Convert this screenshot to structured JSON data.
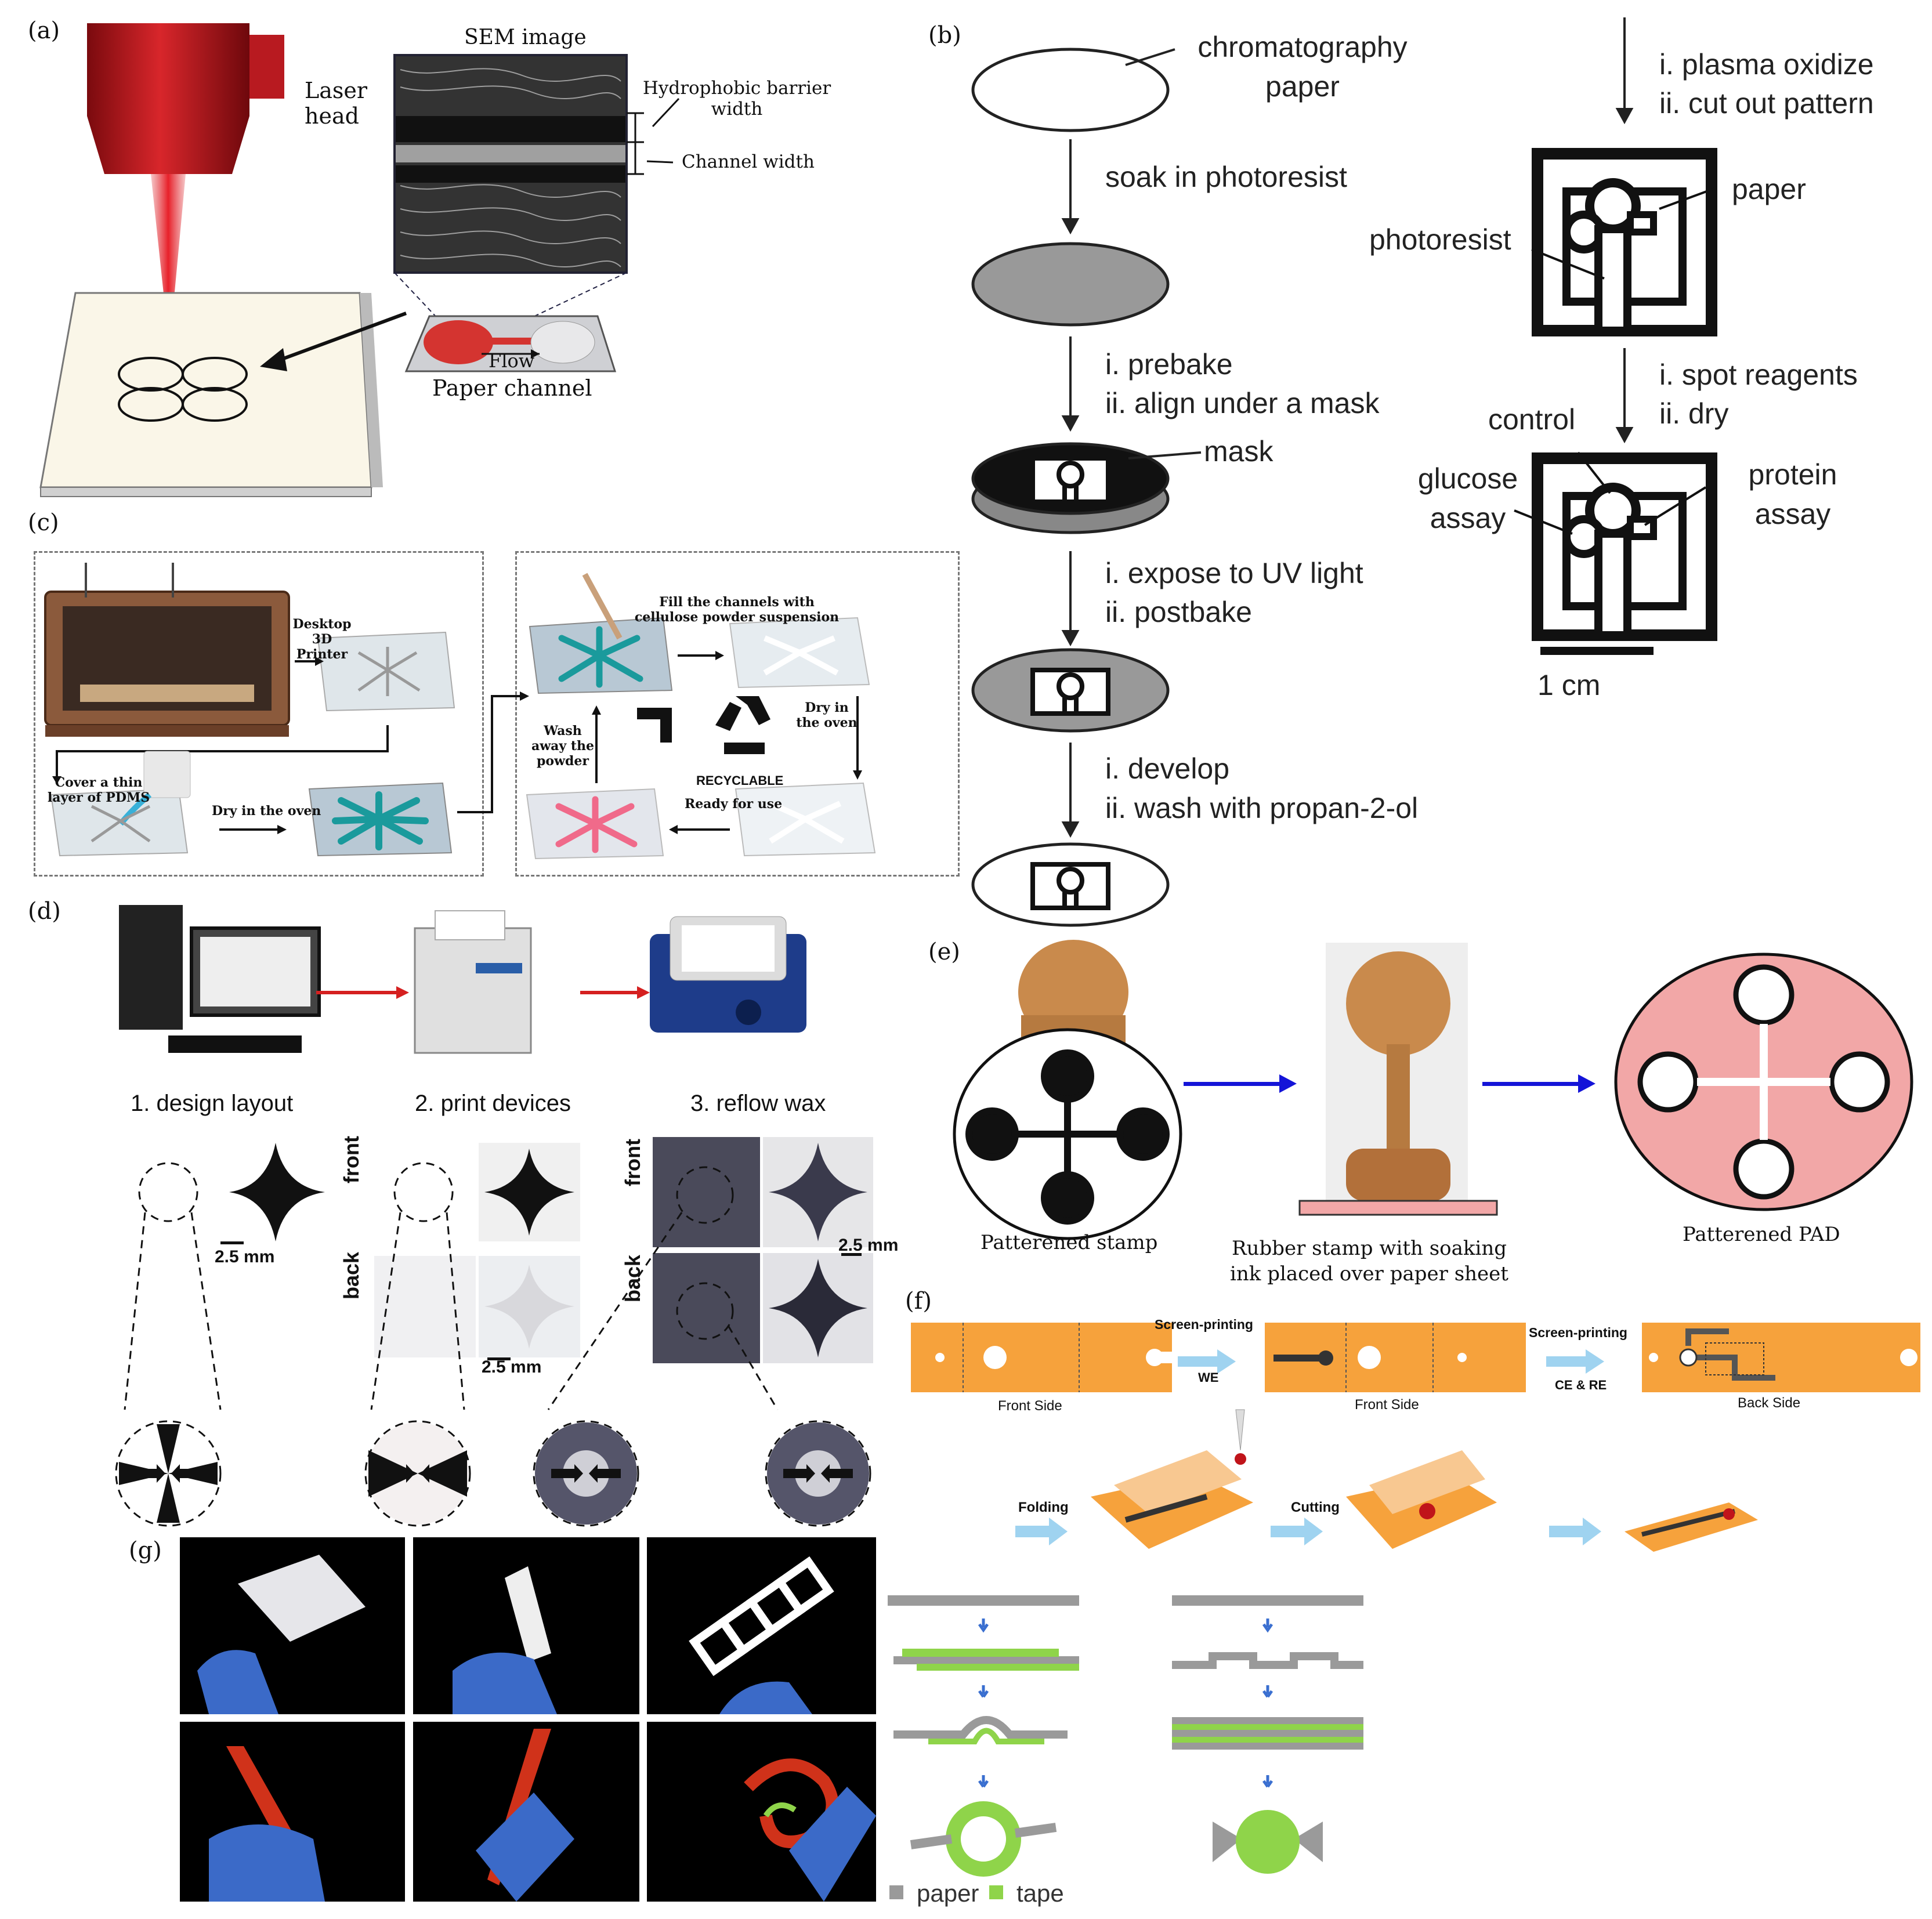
{
  "panels": {
    "a": {
      "label": "(a)",
      "laser_head": "Laser head",
      "sem_image": "SEM image",
      "barrier": "Hydrophobic barrier width",
      "channel": "Channel width",
      "flow": "Flow",
      "paper_channel": "Paper channel"
    },
    "b": {
      "label": "(b)",
      "chromatography": "chromatography paper",
      "soak": "soak in photoresist",
      "step2_i": "i. prebake",
      "step2_ii": "ii. align under a mask",
      "mask": "mask",
      "step3_i": "i. expose to UV light",
      "step3_ii": "ii. postbake",
      "step4_i": "i. develop",
      "step4_ii": "ii. wash with propan-2-ol",
      "step5_i": "i. plasma oxidize",
      "step5_ii": "ii. cut out pattern",
      "paper": "paper",
      "photoresist": "photoresist",
      "step6_i": "i. spot reagents",
      "step6_ii": "ii. dry",
      "control": "control",
      "glucose": "glucose assay",
      "protein": "protein assay",
      "scale": "1 cm"
    },
    "c": {
      "label": "(c)",
      "printer": "Desktop 3D Printer",
      "cover": "Cover a thin layer of PDMS",
      "dry_oven": "Dry in the oven",
      "fill": "Fill the channels with cellulose powder suspension",
      "dry_in_the_oven": "Dry in the oven",
      "wash": "Wash away the powder",
      "recyclable": "RECYCLABLE",
      "ready": "Ready for use"
    },
    "d": {
      "label": "(d)",
      "step1": "1. design layout",
      "step2": "2. print devices",
      "step3": "3. reflow wax",
      "front": "front",
      "back": "back",
      "scale1": "2.5 mm",
      "scale2": "2.5 mm",
      "scale3": "2.5 mm"
    },
    "e": {
      "label": "(e)",
      "stamp": "Patterened stamp",
      "rubber": "Rubber stamp with soaking ink placed over paper sheet",
      "pad": "Patterened PAD"
    },
    "f": {
      "label": "(f)",
      "screen1": "Screen-printing",
      "we": "WE",
      "screen2": "Screen-printing",
      "cere": "CE & RE",
      "front1": "Front Side",
      "front2": "Front Side",
      "back": "Back Side",
      "folding": "Folding",
      "cutting": "Cutting"
    },
    "g": {
      "label": "(g)",
      "paper": "paper",
      "tape": "tape"
    }
  },
  "colors": {
    "laser_red": "#c0141a",
    "teal": "#1a9a9c",
    "pink": "#f06a8a",
    "pad_pink": "#f2a7a7",
    "orange": "#f6a23c",
    "arrow_blue": "#9fd3f0",
    "tape_green": "#8fd44a",
    "paper_gray": "#9a9a9a",
    "stamp_wood": "#c98a4c"
  }
}
